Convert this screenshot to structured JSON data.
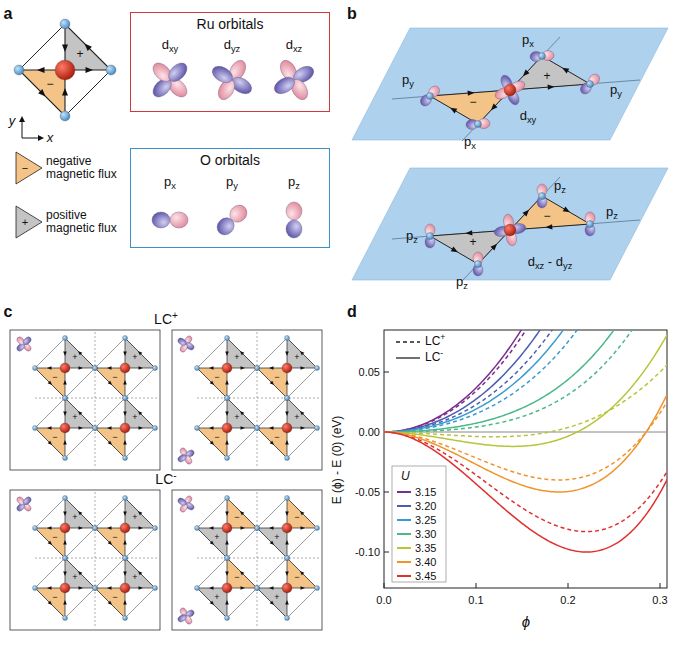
{
  "diagram": {
    "nodes": [
      {
        "text": [
          "Ru orbitals"
        ]
      },
      {
        "text": [
          "O orbitals"
        ]
      }
    ],
    "labels": [
      "a",
      "b",
      "c",
      "d",
      "+",
      "−",
      "y",
      "x",
      "dxy",
      "dyz",
      "dxz",
      "px",
      "py",
      "pz",
      "−",
      "+",
      "py",
      "px",
      "−",
      "px",
      "dxy",
      "+",
      "py",
      "pz",
      "pz",
      "+",
      "pz",
      "dxz - dyz",
      "−",
      "pz",
      "LC+",
      "LC-",
      "+",
      "−",
      "+",
      "−",
      "+",
      "−",
      "+",
      "−",
      "+",
      "−",
      "+",
      "−",
      "+",
      "−",
      "+",
      "−",
      "+",
      "−",
      "+",
      "−",
      "+",
      "−",
      "+",
      "−",
      "−",
      "+",
      "−",
      "+",
      "−",
      "+",
      "−",
      "+",
      "0.05",
      "0.00",
      "-0.05",
      "-0.10",
      "0.0",
      "0.1",
      "0.2",
      "0.3",
      "E (ϕ) - E (0) (eV)",
      "ϕ",
      "U"
    ],
    "legend": [
      {
        "text": "negative magnetic flux",
        "color": "#f3c387"
      },
      {
        "text": "positive magnetic flux",
        "color": "#c4c4c4"
      },
      {
        "text": "LC+"
      },
      {
        "text": "LC-"
      },
      {
        "text": "3.15",
        "color": "#7b2d8e"
      },
      {
        "text": "3.20",
        "color": "#4a5db0"
      },
      {
        "text": "3.25",
        "color": "#3a9bd0"
      },
      {
        "text": "3.30",
        "color": "#4cb88a"
      },
      {
        "text": "3.35",
        "color": "#b8c43a"
      },
      {
        "text": "3.40",
        "color": "#f0932b"
      },
      {
        "text": "3.45",
        "color": "#e03030"
      }
    ]
  }
}
